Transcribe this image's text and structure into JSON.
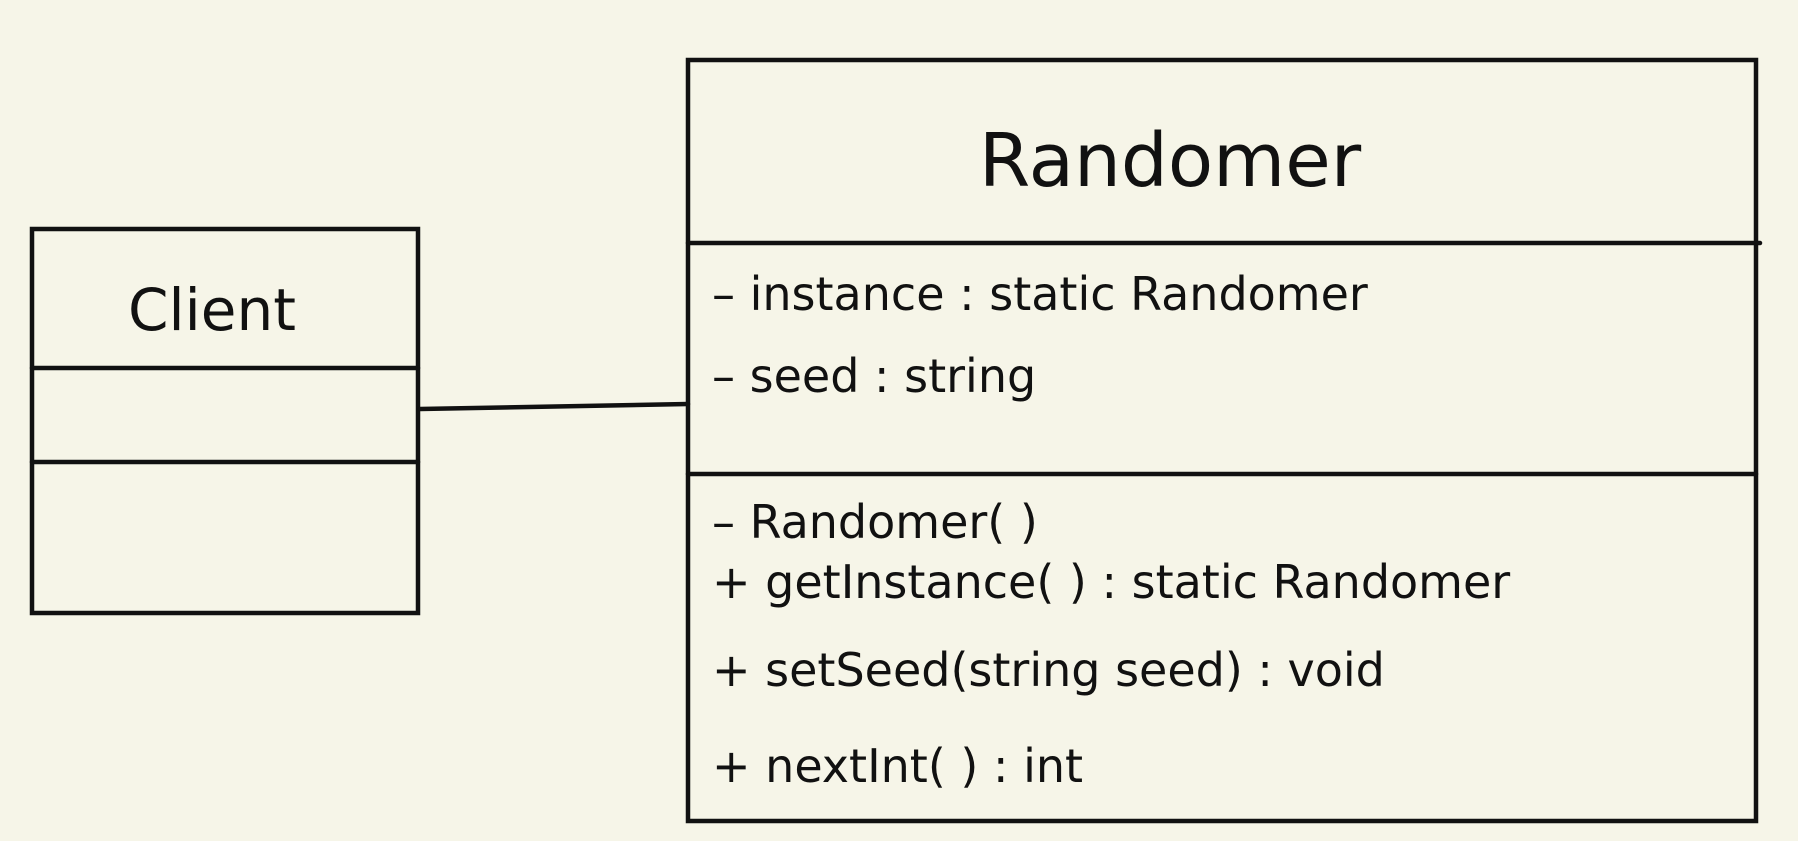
{
  "client": {
    "name": "Client"
  },
  "randomer": {
    "name": "Randomer",
    "attributes": [
      {
        "text": "– instance : static Randomer"
      },
      {
        "text": "– seed : string"
      }
    ],
    "methods": [
      {
        "text": "– Randomer( )"
      },
      {
        "text": "+ getInstance( ) : static Randomer"
      },
      {
        "text": "+ setSeed(string seed) : void"
      },
      {
        "text": "+ nextInt( ) : int"
      }
    ]
  },
  "colors": {
    "background": "#f6f5e8",
    "ink": "#111111"
  }
}
